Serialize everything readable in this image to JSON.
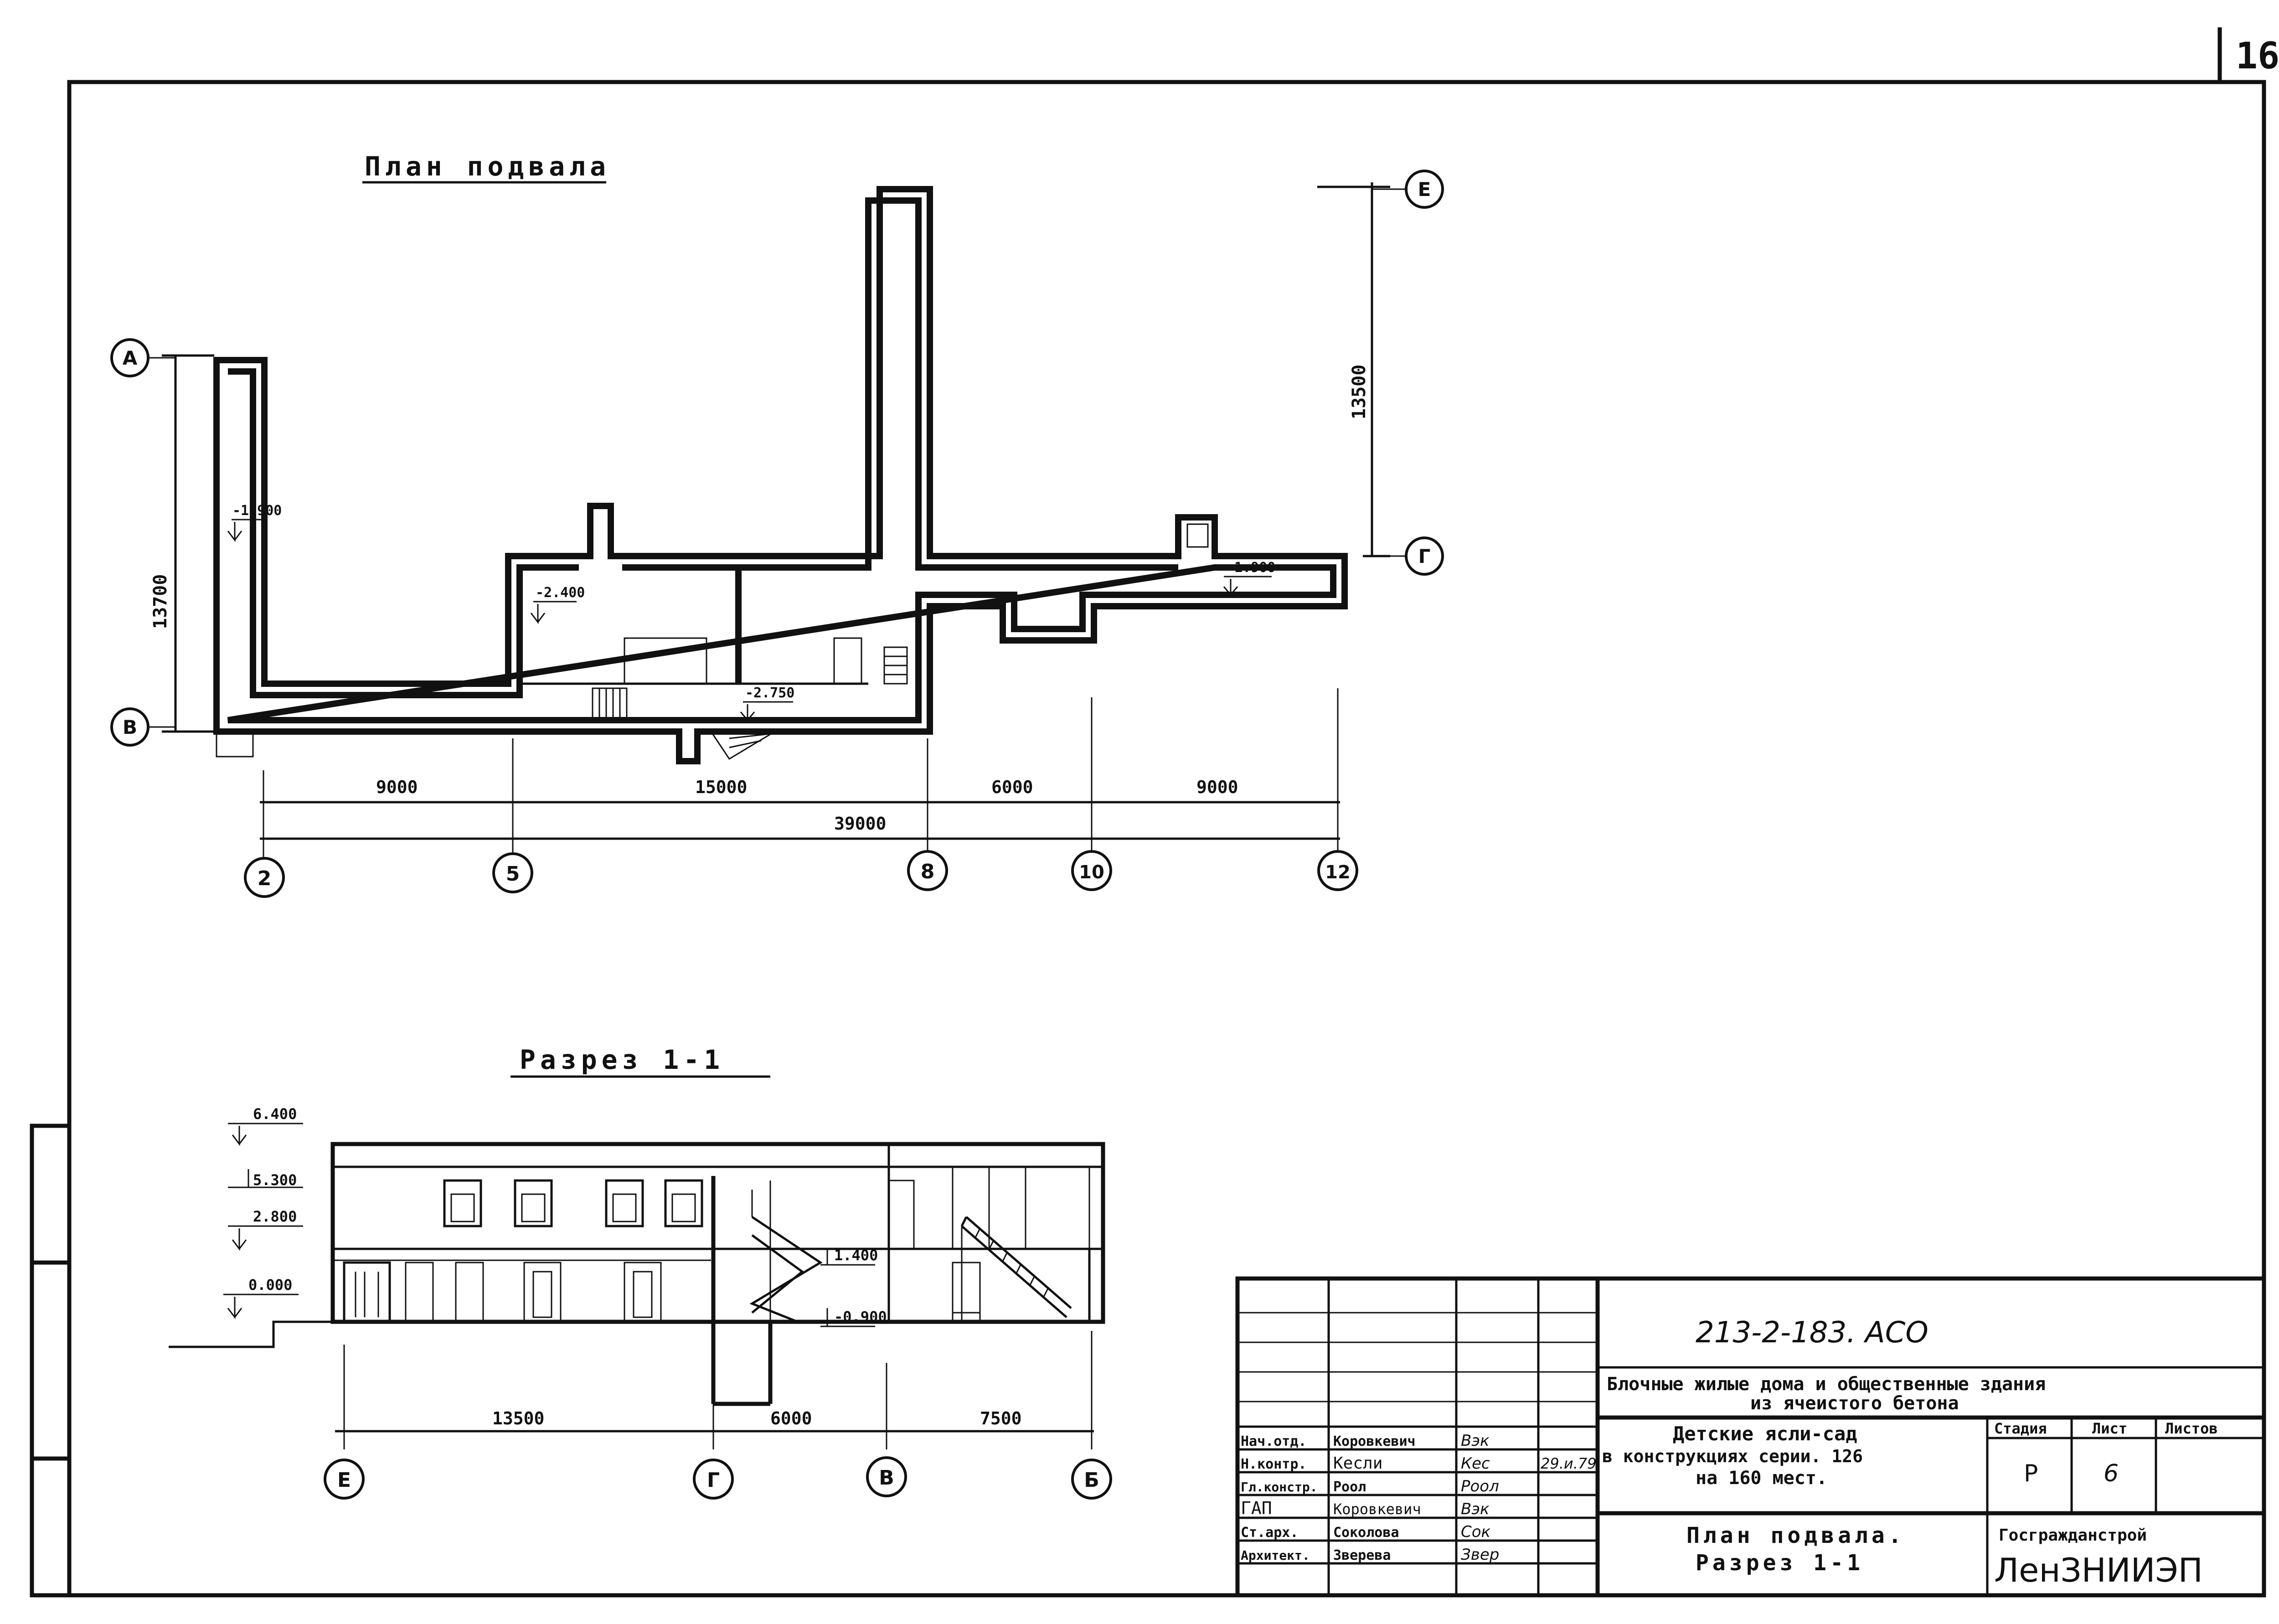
{
  "sheet": {
    "number": "16"
  },
  "plan": {
    "title": "План подвала",
    "levels": [
      "-1.900",
      "-2.400",
      "-2.750",
      "-1.900"
    ],
    "dims": {
      "left": "13700",
      "right": "13500",
      "s1": "9000",
      "s2": "15000",
      "s3": "6000",
      "s4": "9000",
      "total": "39000"
    },
    "axes_letters": [
      "А",
      "В",
      "Е",
      "Г"
    ],
    "axes_numbers": [
      "2",
      "5",
      "8",
      "10",
      "12"
    ]
  },
  "section": {
    "title": "Разрез 1-1",
    "levels": [
      "6.400",
      "5.300",
      "2.800",
      "0.000",
      "1.400",
      "-0.900"
    ],
    "dims": [
      "13500",
      "6000",
      "7500"
    ],
    "axes": [
      "Е",
      "Г",
      "В",
      "Б"
    ]
  },
  "stamp": {
    "code": "213-2-183. АСО",
    "title_line1": "Блочные жилые дома и общественные здания",
    "title_line2": "из ячеистого бетона",
    "object_line1": "Детские ясли-сад",
    "object_line2": "в конструкциях серии. 126",
    "object_line3": "на 160 мест.",
    "sheet_title1": "План подвала.",
    "sheet_title2": "Разрез 1-1",
    "col_stage": "Стадия",
    "col_sheet": "Лист",
    "col_sheets": "Листов",
    "stage": "Р",
    "sheet_no": "6",
    "org1": "Госгражданстрой",
    "org2": "ЛенЗНИИЭП",
    "date": "29.и.79",
    "people": [
      {
        "role": "Нач.отд.",
        "name": "Коровкевич",
        "sign": "Вэк"
      },
      {
        "role": "Н.контр.",
        "name": "Кесли",
        "sign": "Кес"
      },
      {
        "role": "Гл.констр.",
        "name": "Роол",
        "sign": "Роол"
      },
      {
        "role": "ГАП",
        "name": "Коровкевич",
        "sign": "Вэк"
      },
      {
        "role": "Ст.арх.",
        "name": "Соколова",
        "sign": "Сок"
      },
      {
        "role": "Архитект.",
        "name": "Зверева",
        "sign": "Звер"
      }
    ]
  }
}
